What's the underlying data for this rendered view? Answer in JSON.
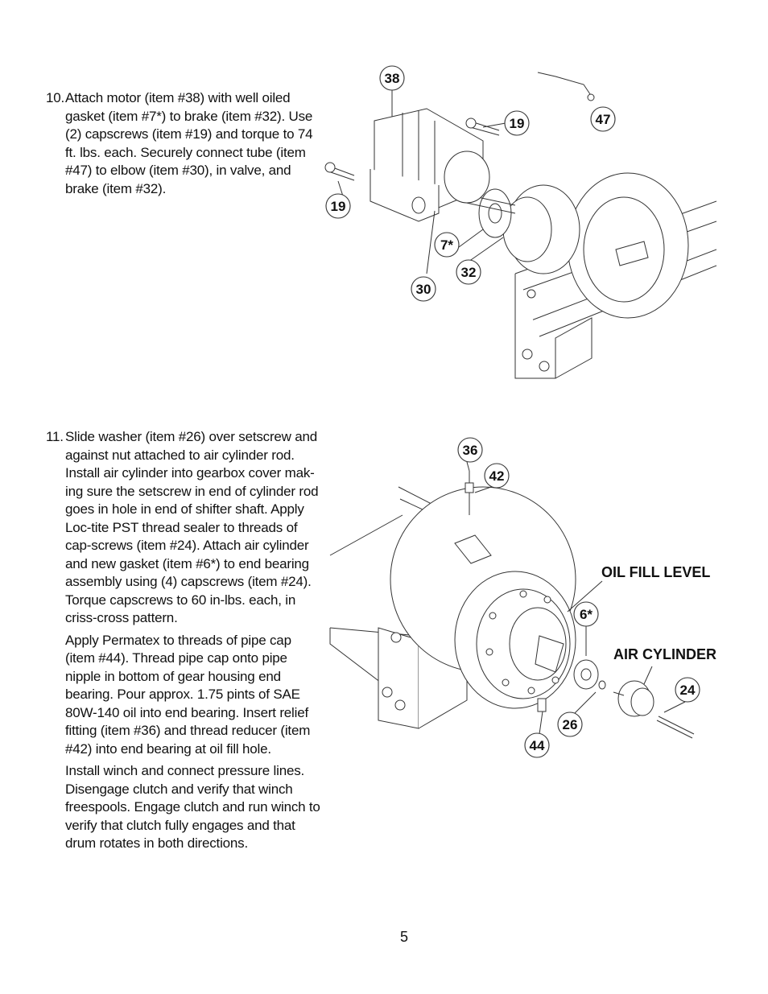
{
  "steps": [
    {
      "number": "10.",
      "paragraphs": [
        "Attach motor (item #38) with well oiled gasket (item #7*) to brake (item #32). Use (2) capscrews (item #19) and torque to 74 ft. lbs. each. Securely connect tube (item #47) to elbow (item #30), in valve, and brake (item #32)."
      ]
    },
    {
      "number": "11.",
      "paragraphs": [
        "Slide washer (item #26) over setscrew and against nut attached to air cylinder rod. Install air cylinder into gearbox cover mak-ing sure the setscrew in end of cylinder rod goes in hole in end of shifter shaft. Apply Loc-tite PST thread sealer to threads of cap-screws (item #24). Attach air cylinder and new gasket (item #6*) to end bearing assembly using (4) capscrews (item #24). Torque capscrews to 60 in-lbs. each, in criss-cross pattern.",
        "Apply Permatex to threads of pipe cap (item #44).  Thread pipe cap onto pipe nipple in bottom of gear housing end bearing.  Pour approx. 1.75 pints of SAE 80W-140 oil into end bearing. Insert relief fitting (item #36) and thread reducer (item #42) into end bearing at oil fill hole.",
        "Install winch and connect pressure lines. Disengage clutch and verify that winch freespools. Engage clutch and run winch to verify that clutch fully engages and that drum rotates in both directions."
      ]
    }
  ],
  "figure1": {
    "callouts": [
      "38",
      "19",
      "47",
      "19",
      "7*",
      "32",
      "30"
    ]
  },
  "figure2": {
    "callouts": [
      "36",
      "42",
      "6*",
      "24",
      "26",
      "44"
    ],
    "labels": {
      "oil_fill_level": "OIL FILL LEVEL",
      "air_cylinder": "AIR CYLINDER"
    }
  },
  "page_number": "5"
}
